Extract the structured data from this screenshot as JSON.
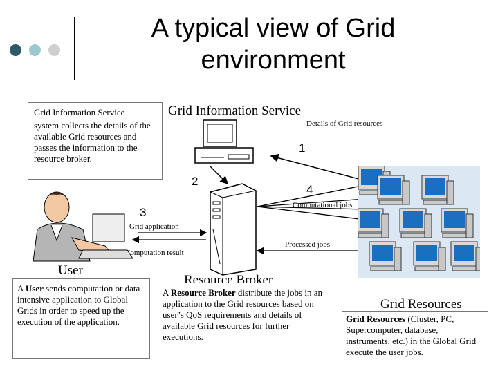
{
  "title": "A typical view of Grid environment",
  "colors": {
    "dot1": "#2e5a6a",
    "dot2": "#9cc9cf",
    "dot3": "#cfcfcf",
    "arrow": "#000000",
    "grid_bg": "#dbe8f4",
    "monitor": "#1b6fc0"
  },
  "info_box": {
    "title": "Grid Information Service",
    "text": "system collects the details of the available Grid resources and passes the information to the resource broker."
  },
  "gis_label": "Grid Information Service",
  "details_label": "Details of Grid resources",
  "steps": {
    "one": "1",
    "two": "2",
    "three": "3",
    "four": "4"
  },
  "computational_jobs": "Computational jobs",
  "processed_jobs": "Processed jobs",
  "grid_application": "Grid application",
  "computation_result": "Computation result",
  "user_label": "User",
  "broker_label": "Resource Broker",
  "resources_label": "Grid Resources",
  "user_box": {
    "bold": "User",
    "text": " sends computation or data intensive application to Global Grids in order to speed up the execution of the application."
  },
  "broker_box": {
    "prefix": "A ",
    "bold": "Resource Broker",
    "text": " distribute the jobs in an application to the Grid resources based on user’s QoS requirements and details of available Grid resources for further executions."
  },
  "resources_box": {
    "bold": "Grid Resources",
    "text": " (Cluster, PC, Supercomputer, database, instruments, etc.) in the Global Grid execute the user jobs."
  },
  "icons": [
    "desktop-computer-icon",
    "server-tower-icon",
    "user-at-computer-icon",
    "workstation-icon"
  ]
}
